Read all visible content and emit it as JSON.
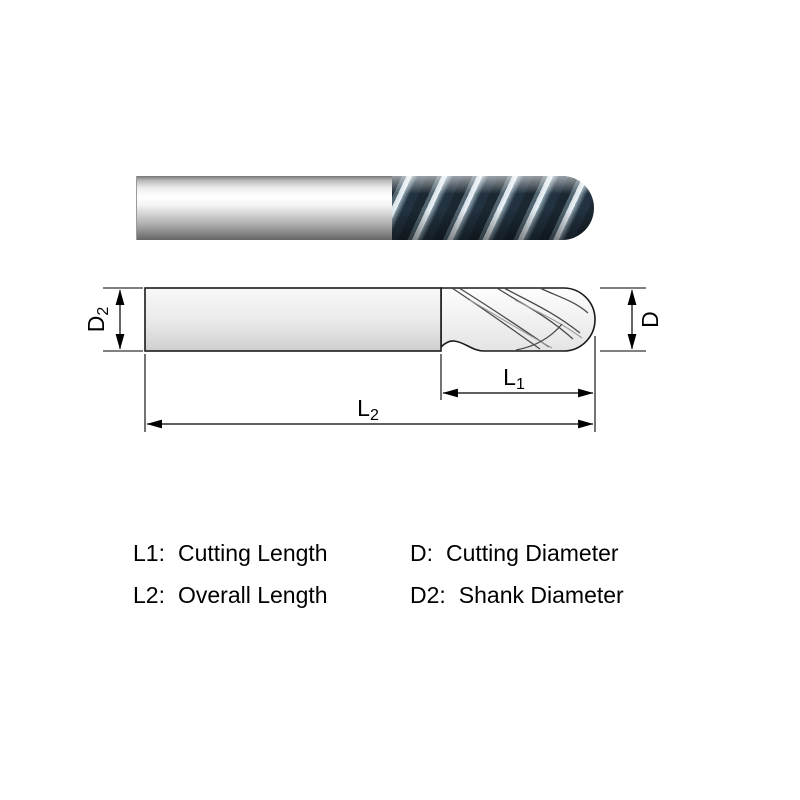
{
  "diagram": {
    "labels": {
      "d2": {
        "main": "D",
        "sub": "2"
      },
      "d": {
        "main": "D",
        "sub": ""
      },
      "l1": {
        "main": "L",
        "sub": "1"
      },
      "l2": {
        "main": "L",
        "sub": "2"
      }
    }
  },
  "legend": {
    "items": [
      {
        "key": "L1:",
        "label": "Cutting Length"
      },
      {
        "key": "D:",
        "label": "Cutting Diameter"
      },
      {
        "key": "L2:",
        "label": "Overall Length"
      },
      {
        "key": "D2:",
        "label": "Shank Diameter"
      }
    ]
  }
}
